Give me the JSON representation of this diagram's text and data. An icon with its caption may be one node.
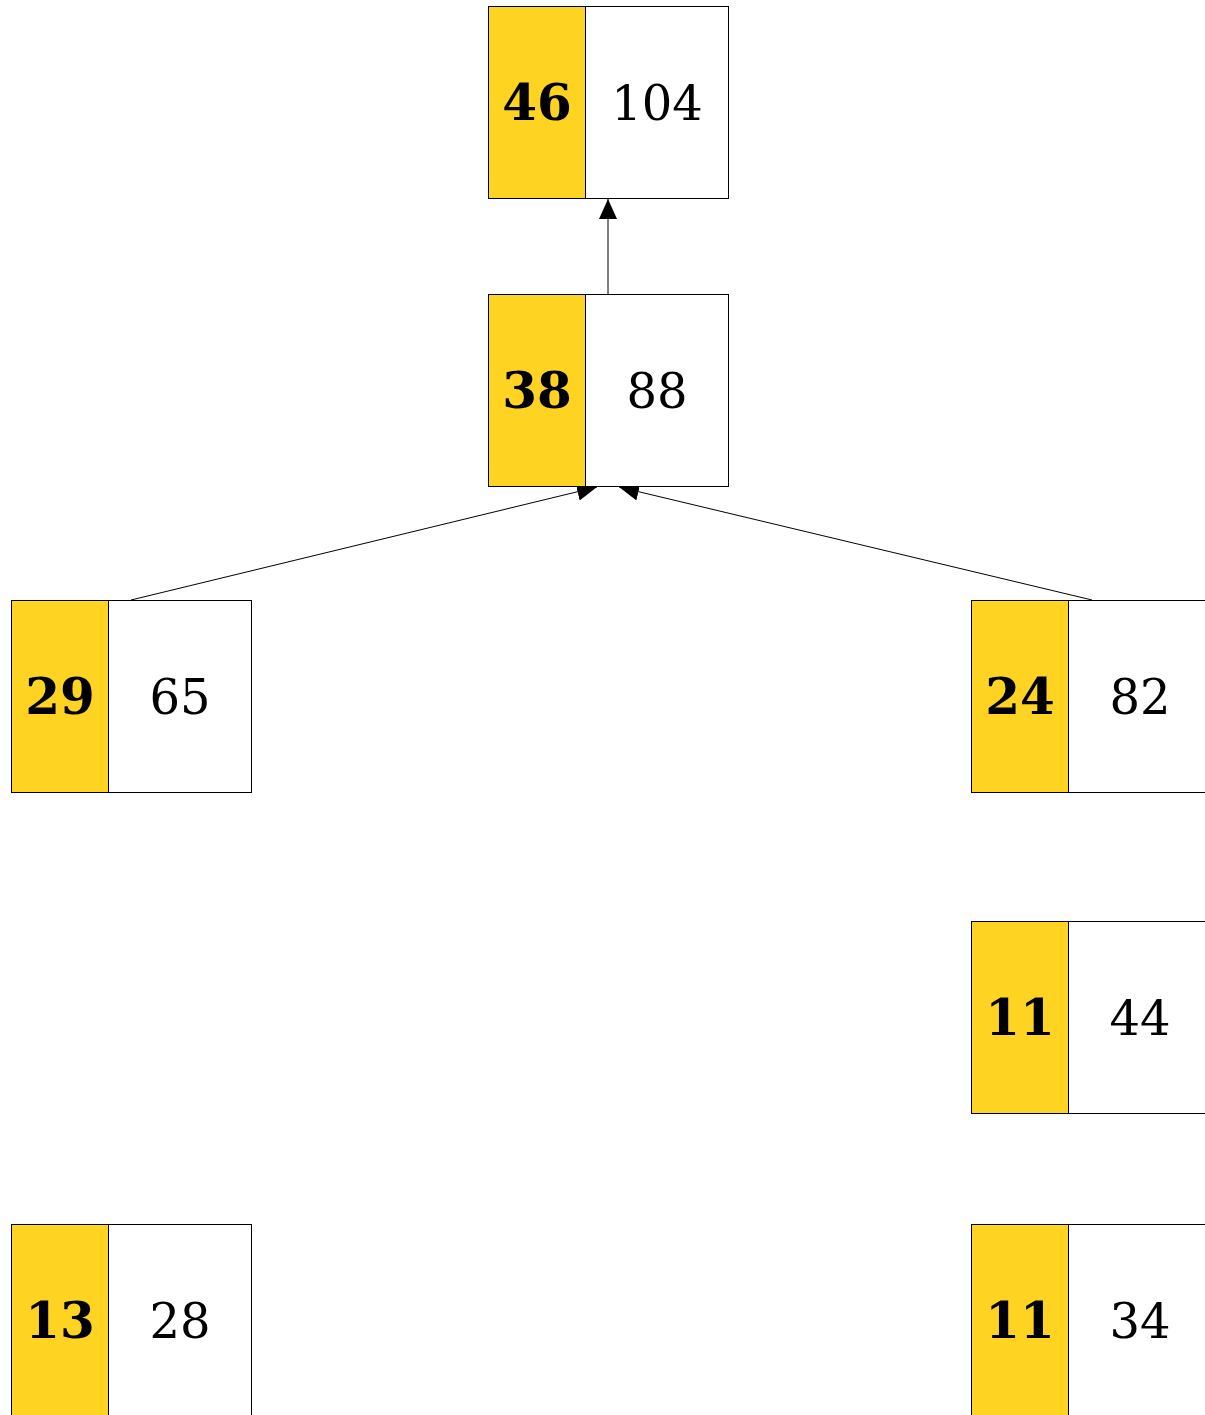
{
  "diagram": {
    "nodes": [
      {
        "text": [
          "46",
          "104"
        ]
      },
      {
        "text": [
          "38",
          "88"
        ]
      },
      {
        "text": [
          "29",
          "65"
        ]
      },
      {
        "text": [
          "24",
          "82"
        ]
      },
      {
        "text": [
          "11",
          "44"
        ]
      },
      {
        "text": [
          "13",
          "28"
        ]
      },
      {
        "text": [
          "11",
          "34"
        ]
      }
    ],
    "edges": [
      {
        "from": 1,
        "to": 0,
        "arrow": "to"
      },
      {
        "from": 2,
        "to": 1,
        "arrow": "to"
      },
      {
        "from": 3,
        "to": 1,
        "arrow": "to"
      }
    ]
  }
}
